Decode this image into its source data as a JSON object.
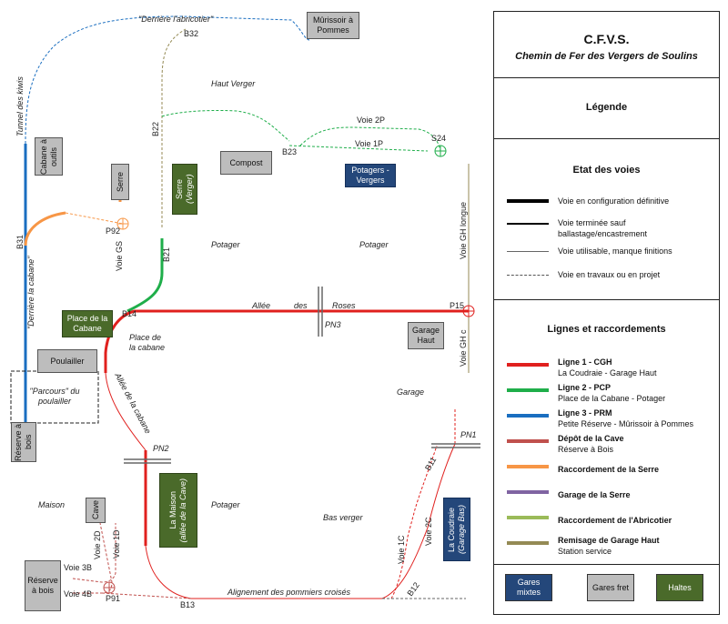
{
  "legend": {
    "title": "C.F.V.S.",
    "subtitle": "Chemin de Fer des Vergers de Soulins",
    "heading": "Légende",
    "track_state_title": "Etat des voies",
    "track_states": [
      {
        "label": "Voie en configuration définitive"
      },
      {
        "label": "Voie terminée sauf ballastage/encastrement"
      },
      {
        "label": "Voie utilisable, manque finitions"
      },
      {
        "label": "Voie en travaux ou en projet"
      }
    ],
    "lines_title": "Lignes et raccordements",
    "lines": [
      {
        "name": "Ligne 1 - CGH",
        "desc": "La Coudraie - Garage Haut",
        "color": "#e0201e"
      },
      {
        "name": "Ligne 2 - PCP",
        "desc": "Place de la Cabane - Potager",
        "color": "#1fae4a"
      },
      {
        "name": "Ligne 3 - PRM",
        "desc": "Petite Réserve - Mûrissoir à Pommes",
        "color": "#1a6ec0"
      },
      {
        "name": "Dépôt de la Cave",
        "desc": "Réserve à Bois",
        "color": "#c0504d"
      },
      {
        "name": "Raccordement de la Serre",
        "desc": "",
        "color": "#f79646"
      },
      {
        "name": "Garage de la Serre",
        "desc": "",
        "color": "#8064a2"
      },
      {
        "name": "Raccordement de l'Abricotier",
        "desc": "",
        "color": "#9bbb59"
      },
      {
        "name": "Remisage de Garage Haut",
        "desc": "Station service",
        "color": "#948a54"
      }
    ],
    "station_types": [
      {
        "label": "Gares mixtes",
        "color": "#24477a"
      },
      {
        "label": "Gares fret",
        "color": "#bdbdbd"
      },
      {
        "label": "Haltes",
        "color": "#4a6a2a"
      }
    ]
  },
  "buildings": {
    "murissoir": "Mûrissoir à Pommes",
    "cabane_outils": "Cabane à outils",
    "serre": "Serre",
    "serre_verger": "Serre",
    "serre_verger_sub": "(Verger)",
    "compost": "Compost",
    "potagers_vergers": "Potagers - Vergers",
    "place_cabane": "Place de la Cabane",
    "poulailler": "Poulailler",
    "garage_haut": "Garage Haut",
    "reserve_bois_small": "Réserve à bois",
    "cave": "Cave",
    "la_maison": "La Maison",
    "la_maison_sub": "(allée de la Cave)",
    "la_coudraie": "La Coudraie",
    "la_coudraie_sub": "(Garage Bas)",
    "reserve_bois_big": "Réserve à bois"
  },
  "labels": {
    "abricotier": "\"Derrière l'abricotier\"",
    "b32": "B32",
    "haut_verger": "Haut Verger",
    "tunnel_kiwis": "Tunnel des kiwis",
    "voie_2p": "Voie 2P",
    "voie_1p": "Voie 1P",
    "s24": "S24",
    "b22": "B22",
    "b23": "B23",
    "voie_gh_longue": "Voie GH longue",
    "b31": "B31",
    "p92": "P92",
    "voie_gs": "Voie GS",
    "b21": "B21",
    "potager1": "Potager",
    "potager2": "Potager",
    "potager3": "Potager",
    "derriere_cabane": "\"Derrière la cabane\"",
    "allee": "Allée",
    "des": "des",
    "roses": "Roses",
    "p15": "P15",
    "pn3": "PN3",
    "b14": "B14",
    "place_de_la_cabane": "Place de la cabane",
    "voie_gh_c": "Voie GH c",
    "parcours": "\"Parcours\" du poulailler",
    "allee_cabane": "Allée de la cabane",
    "garage": "Garage",
    "pn1": "PN1",
    "pn2": "PN2",
    "b11": "B11",
    "maison": "Maison",
    "bas_verger": "Bas verger",
    "voie_2d": "Voie 2D",
    "voie_1d": "Voie 1D",
    "voie_1c": "Voie 1C",
    "voie_2c": "Voie 2C",
    "voie_3b": "Voie 3B",
    "voie_4b": "Voie 4B",
    "p91": "P91",
    "b13": "B13",
    "b12": "B12",
    "alignement": "Alignement des pommiers croisés"
  }
}
